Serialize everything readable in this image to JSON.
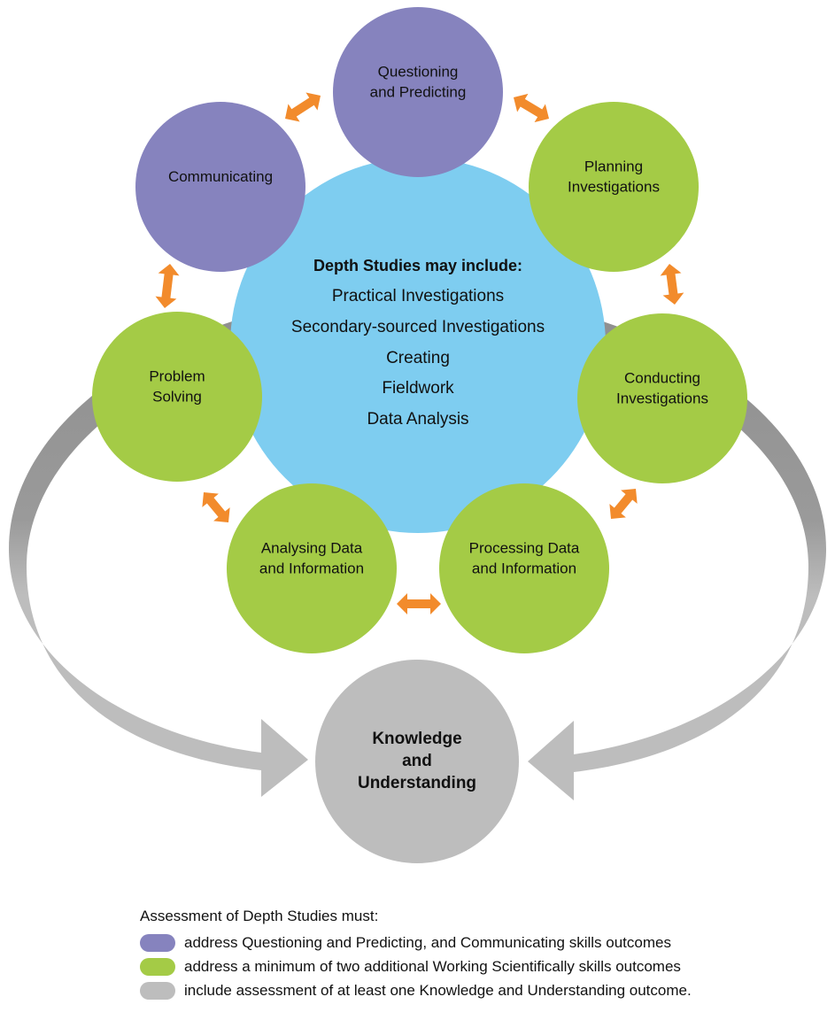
{
  "colors": {
    "purple": "#8683be",
    "green": "#a4cb46",
    "blue": "#7ecdf0",
    "grey_light": "#bdbdbd",
    "grey_dark": "#8e8e8e",
    "arrow_orange": "#f28b2c",
    "text": "#111111"
  },
  "center": {
    "title": "Depth Studies may include:",
    "items": [
      "Practical Investigations",
      "Secondary-sourced Investigations",
      "Creating",
      "Fieldwork",
      "Data Analysis"
    ]
  },
  "nodes": [
    {
      "id": "questioning",
      "lines": [
        "Questioning",
        "and Predicting"
      ],
      "category": "purple"
    },
    {
      "id": "planning",
      "lines": [
        "Planning",
        "Investigations"
      ],
      "category": "green"
    },
    {
      "id": "conducting",
      "lines": [
        "Conducting",
        "Investigations"
      ],
      "category": "green"
    },
    {
      "id": "processing",
      "lines": [
        "Processing Data",
        "and Information"
      ],
      "category": "green"
    },
    {
      "id": "analysing",
      "lines": [
        "Analysing Data",
        "and Information"
      ],
      "category": "green"
    },
    {
      "id": "problem-solving",
      "lines": [
        "Problem",
        "Solving"
      ],
      "category": "green"
    },
    {
      "id": "communicating",
      "lines": [
        "Communicating"
      ],
      "category": "purple"
    }
  ],
  "knowledge": {
    "lines": [
      "Knowledge",
      "and",
      "Understanding"
    ]
  },
  "legend": {
    "title": "Assessment of Depth Studies must:",
    "items": [
      {
        "color": "purple",
        "text": "address Questioning and Predicting, and Communicating skills outcomes"
      },
      {
        "color": "green",
        "text": "address a minimum of two additional Working Scientifically skills outcomes"
      },
      {
        "color": "grey",
        "text": "include assessment of at least one Knowledge and Understanding outcome."
      }
    ]
  }
}
